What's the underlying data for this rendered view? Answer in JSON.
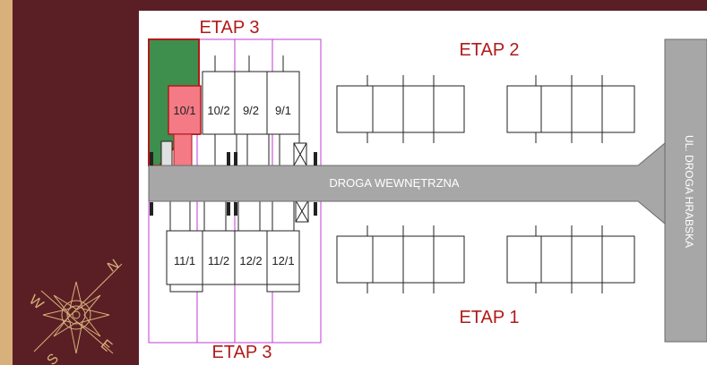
{
  "labels": {
    "etap3_top": "ETAP 3",
    "etap3_bottom": "ETAP 3",
    "etap2": "ETAP 2",
    "etap1": "ETAP 1",
    "road": "DROGA WEWNĘTRZNA",
    "street": "UL. DROGA HRABSKA"
  },
  "compass": {
    "n": "N",
    "e": "E",
    "w": "W",
    "s": "S"
  },
  "units_top": [
    {
      "id": "10/1",
      "highlighted": true
    },
    {
      "id": "10/2",
      "highlighted": false
    },
    {
      "id": "9/2",
      "highlighted": false
    },
    {
      "id": "9/1",
      "highlighted": false
    }
  ],
  "units_bottom": [
    {
      "id": "11/1"
    },
    {
      "id": "11/2"
    },
    {
      "id": "12/2"
    },
    {
      "id": "12/1"
    }
  ],
  "colors": {
    "background": "#5a1f24",
    "strip": "#d8b07c",
    "compass": "#d8b07c",
    "label_red": "#b11a1a",
    "road": "#a7a7a7",
    "boundary": "#c23bd6",
    "green_plot": "#3e8e4e",
    "highlight": "#f47a85"
  }
}
